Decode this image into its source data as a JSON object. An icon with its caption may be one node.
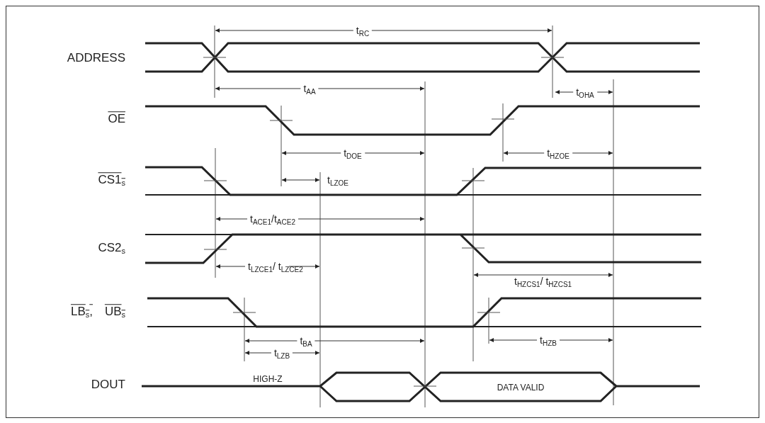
{
  "diagram": {
    "labels": [
      "t$_{RC}$",
      "ADDRESS",
      "t$_{AA}$",
      "t$_{OHA}$",
      "OE",
      "t$_{DOE}$",
      "t$_{HZOE}$",
      "CS1$_{s}$",
      "t$_{LZOE}$",
      "t$_{ACE1}$/t$_{ACE2}$",
      "CS2$_{s}$",
      "t$_{LZCE1}$/ t$_{LZCE2}$",
      "t$_{HZCS1}$/ t$_{HZCS1}$",
      "LB$_{s}$,",
      "UB$_{s}$",
      "t$_{BA}$",
      "t$_{HZB}$",
      "t$_{LZB}$",
      "HIGH-Z",
      "DATA VALID",
      "DOUT"
    ]
  }
}
